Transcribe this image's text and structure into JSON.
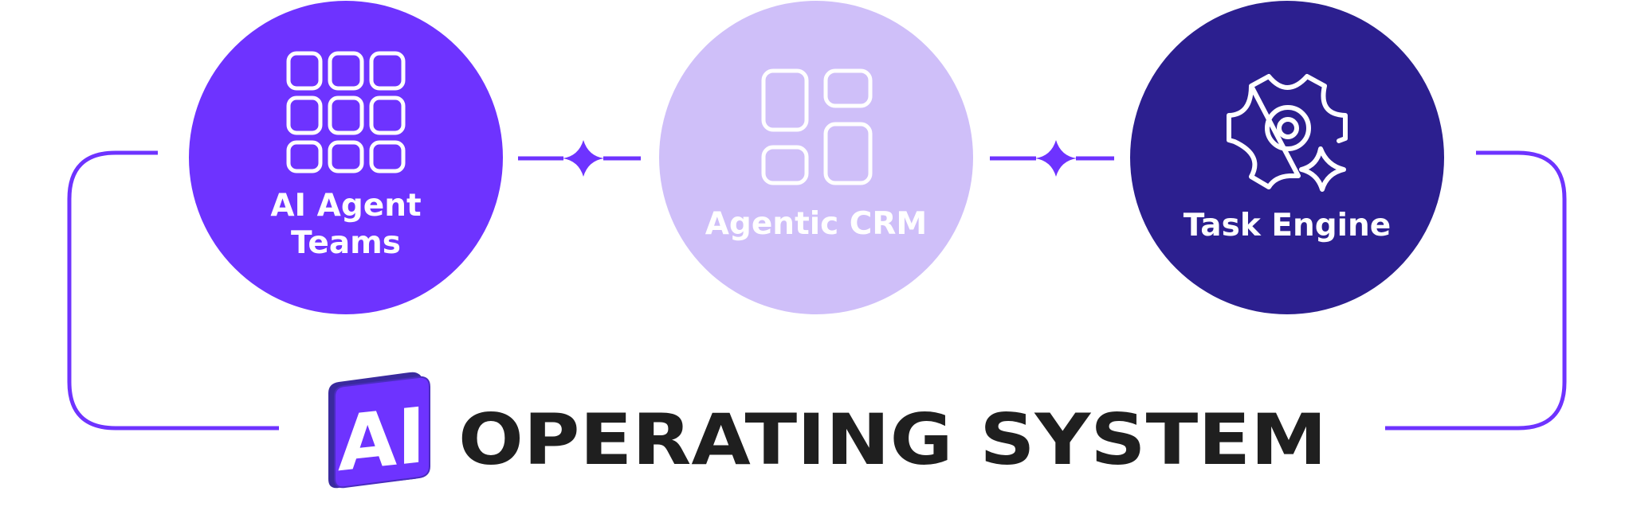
{
  "nodes": [
    {
      "label_lines": [
        "AI Agent",
        "Teams"
      ],
      "icon": "grid-apps-icon",
      "fill": "#6e33ff",
      "text_color": "#ffffff"
    },
    {
      "label_lines": [
        "Agentic CRM"
      ],
      "icon": "widgets-icon",
      "fill": "#cfbff9",
      "text_color": "#ffffff"
    },
    {
      "label_lines": [
        "Task Engine"
      ],
      "icon": "gear-sparkle-icon",
      "fill": "#2c1f8f",
      "text_color": "#ffffff"
    }
  ],
  "footer": {
    "logo_text": "AI",
    "title": "OPERATING SYSTEM",
    "title_color": "#1f1f1f"
  },
  "colors": {
    "accent": "#6e33ff",
    "dark": "#2c1f8f",
    "light": "#cfbff9",
    "logo_back": "#3a2a9e"
  }
}
